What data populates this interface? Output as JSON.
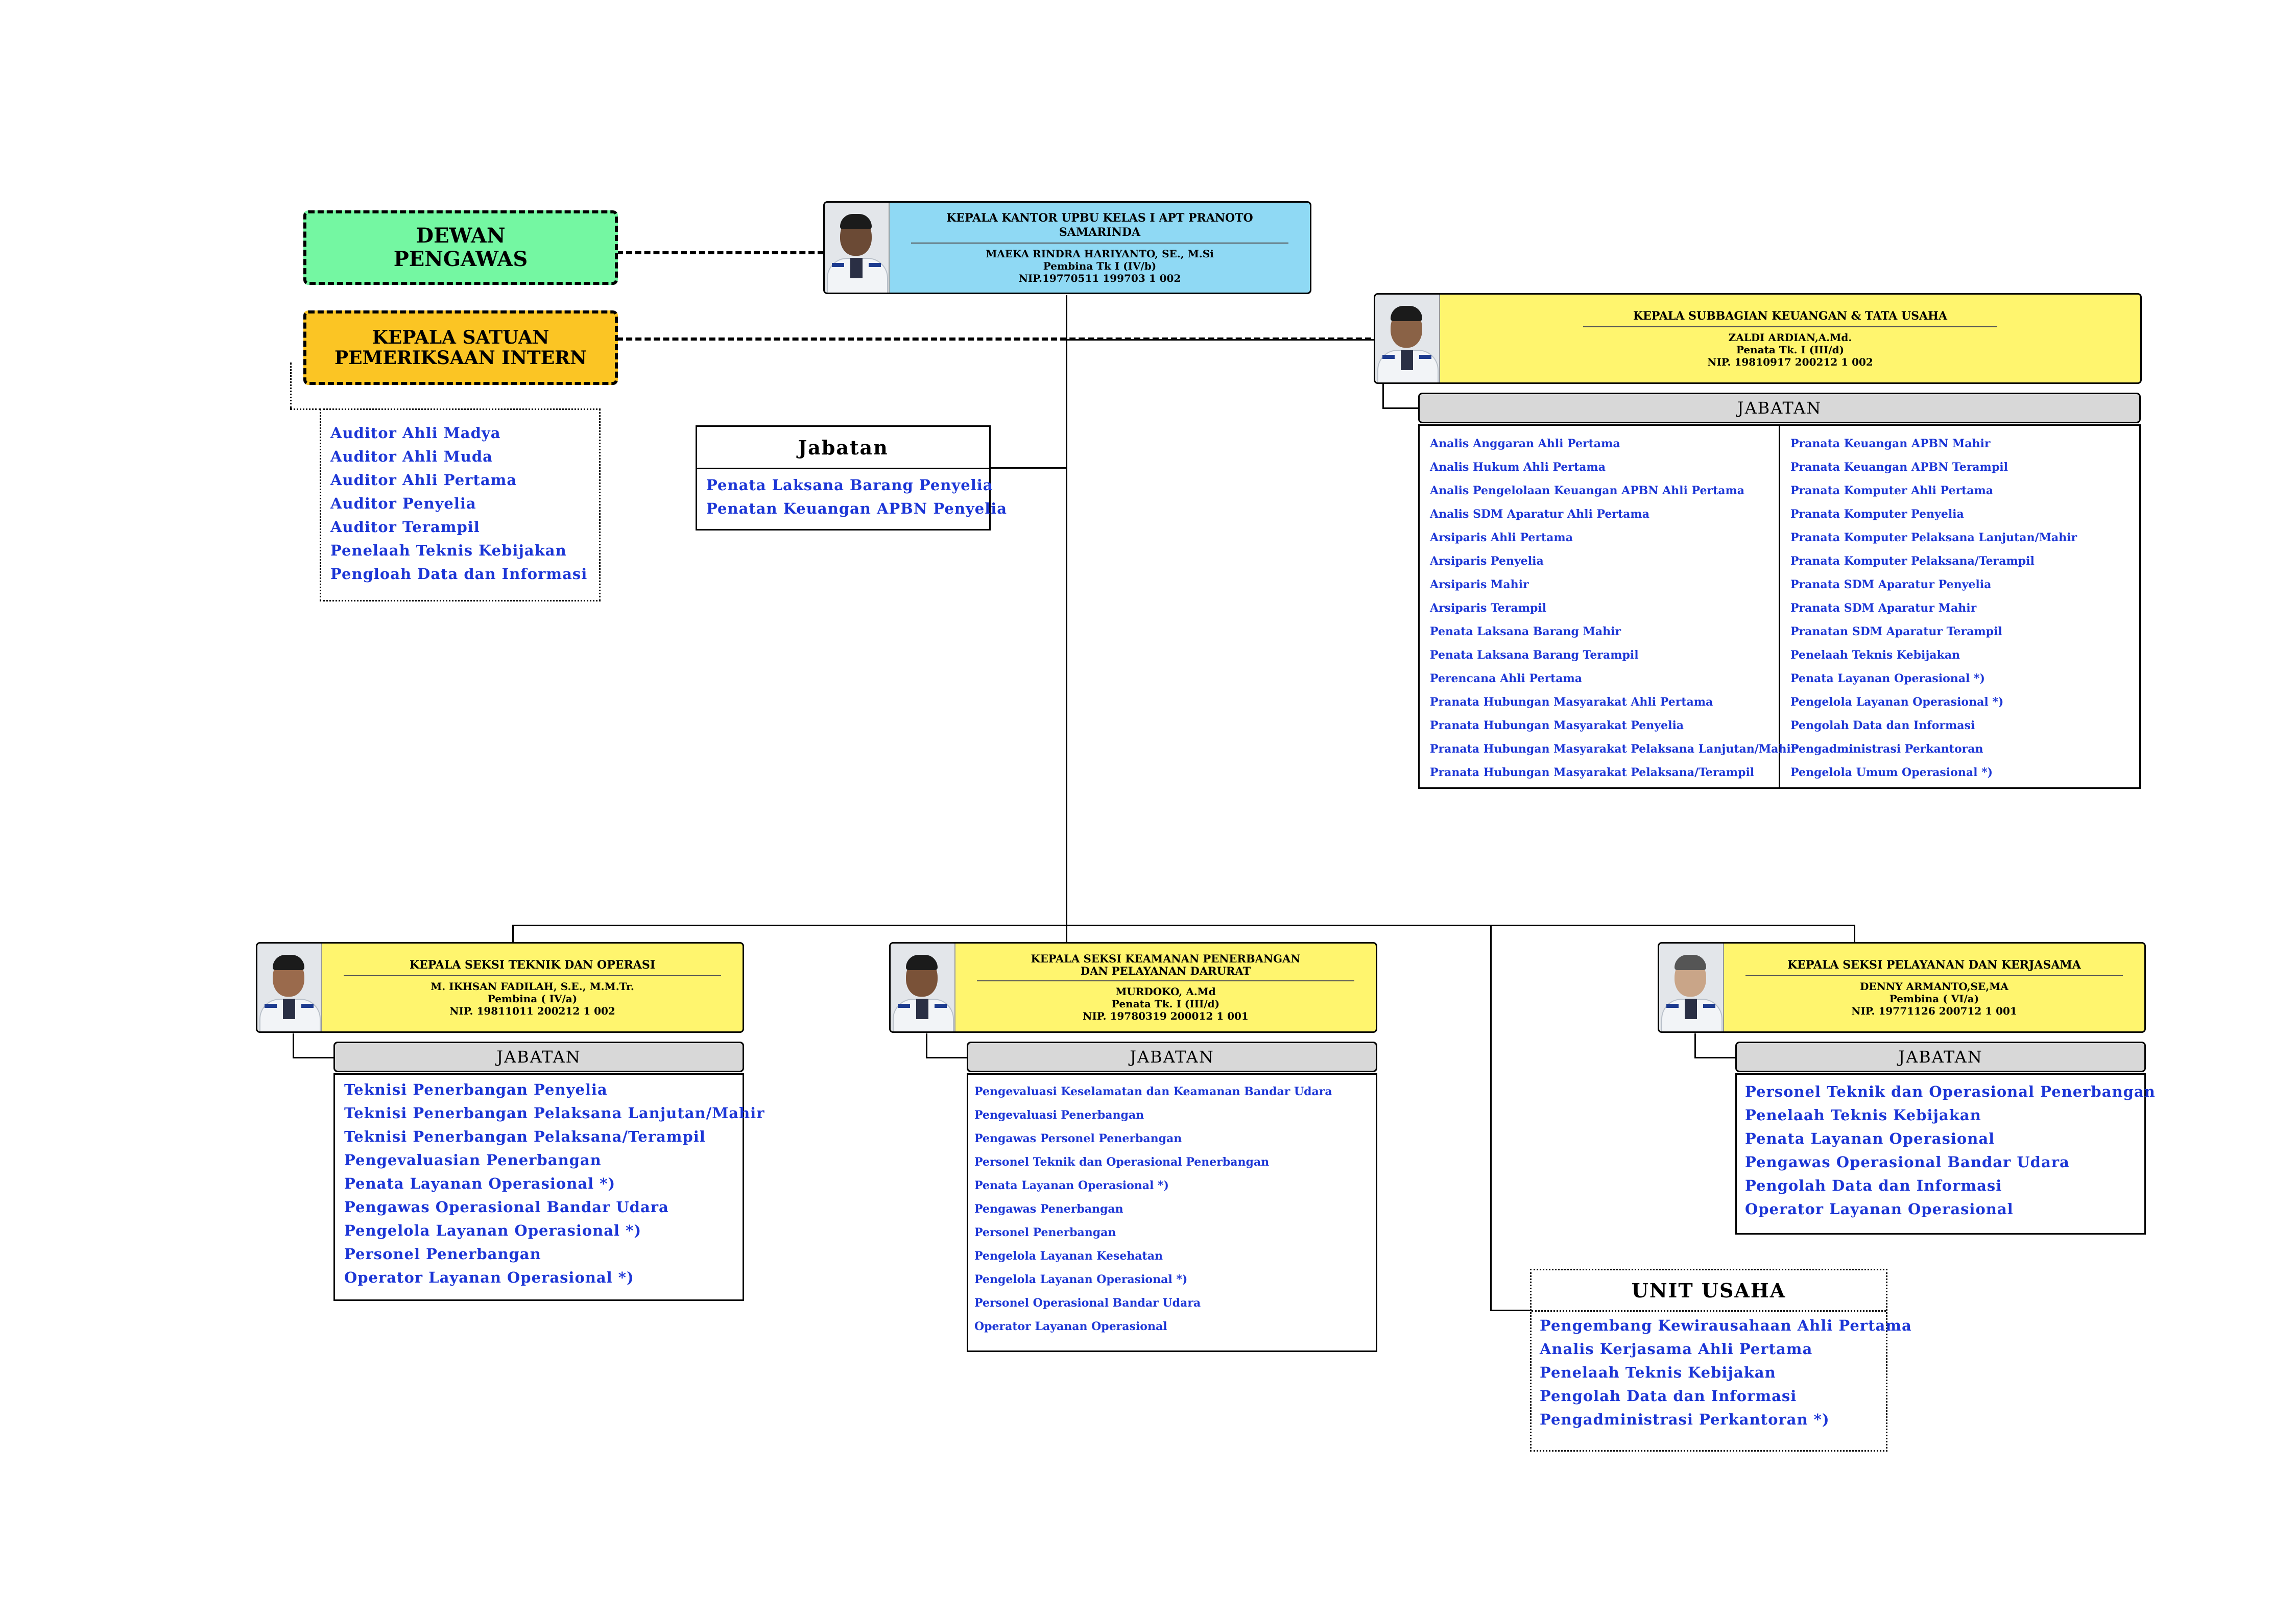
{
  "dewan": {
    "line1": "DEWAN",
    "line2": "PENGAWAS"
  },
  "spi": {
    "line1": "KEPALA SATUAN",
    "line2": "PEMERIKSAAN INTERN",
    "items": [
      "Auditor Ahli Madya",
      "Auditor Ahli Muda",
      "Auditor Ahli Pertama",
      "Auditor Penyelia",
      "Auditor Terampil",
      "Penelaah Teknis Kebijakan",
      "Pengloah Data dan Informasi"
    ]
  },
  "head": {
    "title": "KEPALA KANTOR UPBU KELAS I APT PRANOTO SAMARINDA",
    "name": "MAEKA RINDRA HARIYANTO, SE., M.Si",
    "rank": "Pembina Tk I (IV/b)",
    "nip": "NIP.19770511 199703 1 002"
  },
  "jabatan_direct": {
    "header": "Jabatan",
    "items": [
      "Penata Laksana Barang Penyelia",
      "Penatan Keuangan APBN Penyelia"
    ]
  },
  "keuangan": {
    "title": "KEPALA SUBBAGIAN KEUANGAN & TATA USAHA",
    "name": "ZALDI ARDIAN,A.Md.",
    "rank": "Penata Tk. I (III/d)",
    "nip": "NIP. 19810917 200212 1 002",
    "jabatan_label": "JABATAN",
    "col1": [
      "Analis Anggaran Ahli Pertama",
      "Analis Hukum Ahli Pertama",
      "Analis Pengelolaan Keuangan APBN Ahli Pertama",
      "Analis SDM Aparatur Ahli Pertama",
      "Arsiparis Ahli Pertama",
      "Arsiparis Penyelia",
      "Arsiparis Mahir",
      "Arsiparis Terampil",
      "Penata Laksana Barang Mahir",
      "Penata Laksana Barang Terampil",
      "Perencana Ahli Pertama",
      "Pranata Hubungan Masyarakat Ahli Pertama",
      "Pranata Hubungan Masyarakat Penyelia",
      "Pranata Hubungan Masyarakat Pelaksana Lanjutan/Mahir",
      "Pranata Hubungan Masyarakat Pelaksana/Terampil"
    ],
    "col2": [
      "Pranata Keuangan APBN Mahir",
      "Pranata Keuangan APBN Terampil",
      "Pranata Komputer Ahli Pertama",
      "Pranata Komputer Penyelia",
      "Pranata Komputer Pelaksana Lanjutan/Mahir",
      "Pranata Komputer Pelaksana/Terampil",
      "Pranata SDM Aparatur Penyelia",
      "Pranata SDM Aparatur Mahir",
      "Pranatan SDM Aparatur Terampil",
      "Penelaah Teknis Kebijakan",
      "Penata Layanan Operasional *)",
      "Pengelola Layanan Operasional *)",
      "Pengolah Data dan Informasi",
      "Pengadministrasi Perkantoran",
      "Pengelola Umum Operasional *)"
    ]
  },
  "teknik": {
    "title": "KEPALA SEKSI TEKNIK DAN OPERASI",
    "name": "M. IKHSAN FADILAH, S.E., M.M.Tr.",
    "rank": "Pembina ( IV/a)",
    "nip": "NIP. 19811011 200212 1 002",
    "jabatan_label": "JABATAN",
    "items": [
      "Teknisi Penerbangan Penyelia",
      "Teknisi Penerbangan Pelaksana Lanjutan/Mahir",
      "Teknisi Penerbangan Pelaksana/Terampil",
      "Pengevaluasian Penerbangan",
      "Penata Layanan Operasional *)",
      "Pengawas Operasional Bandar Udara",
      "Pengelola Layanan Operasional *)",
      "Personel Penerbangan",
      "Operator Layanan Operasional *)"
    ]
  },
  "keamanan": {
    "title1": "KEPALA SEKSI KEAMANAN PENERBANGAN",
    "title2": "DAN PELAYANAN DARURAT",
    "name": "MURDOKO, A.Md",
    "rank": "Penata Tk. I (III/d)",
    "nip": "NIP.  19780319 200012 1 001",
    "jabatan_label": "JABATAN",
    "items": [
      "Pengevaluasi Keselamatan dan Keamanan Bandar Udara",
      "Pengevaluasi Penerbangan",
      "Pengawas Personel Penerbangan",
      "Personel Teknik dan Operasional Penerbangan",
      "Penata Layanan Operasional *)",
      "Pengawas Penerbangan",
      "Personel Penerbangan",
      "Pengelola Layanan Kesehatan",
      "Pengelola Layanan Operasional *)",
      "Personel Operasional Bandar Udara",
      "Operator Layanan Operasional"
    ]
  },
  "pelayanan": {
    "title": "KEPALA SEKSI PELAYANAN DAN KERJASAMA",
    "name": "DENNY ARMANTO,SE,MA",
    "rank": "Pembina ( VI/a)",
    "nip": "NIP. 19771126 200712 1 001",
    "jabatan_label": "JABATAN",
    "items": [
      "Personel Teknik dan Operasional Penerbangan",
      "Penelaah Teknis Kebijakan",
      "Penata Layanan Operasional",
      "Pengawas Operasional Bandar Udara",
      "Pengolah Data dan Informasi",
      "Operator Layanan Operasional"
    ]
  },
  "unit_usaha": {
    "header": "UNIT USAHA",
    "items": [
      "Pengembang Kewirausahaan Ahli Pertama",
      "Analis Kerjasama Ahli Pertama",
      "Penelaah Teknis Kebijakan",
      "Pengolah Data dan Informasi",
      "Pengadministrasi Perkantoran *)"
    ]
  },
  "colors": {
    "head_card": "#8fd9f4",
    "section_card": "#fff56e",
    "dewan": "#74f7a2",
    "spi": "#fbc524",
    "list_text": "#1c36d6"
  }
}
